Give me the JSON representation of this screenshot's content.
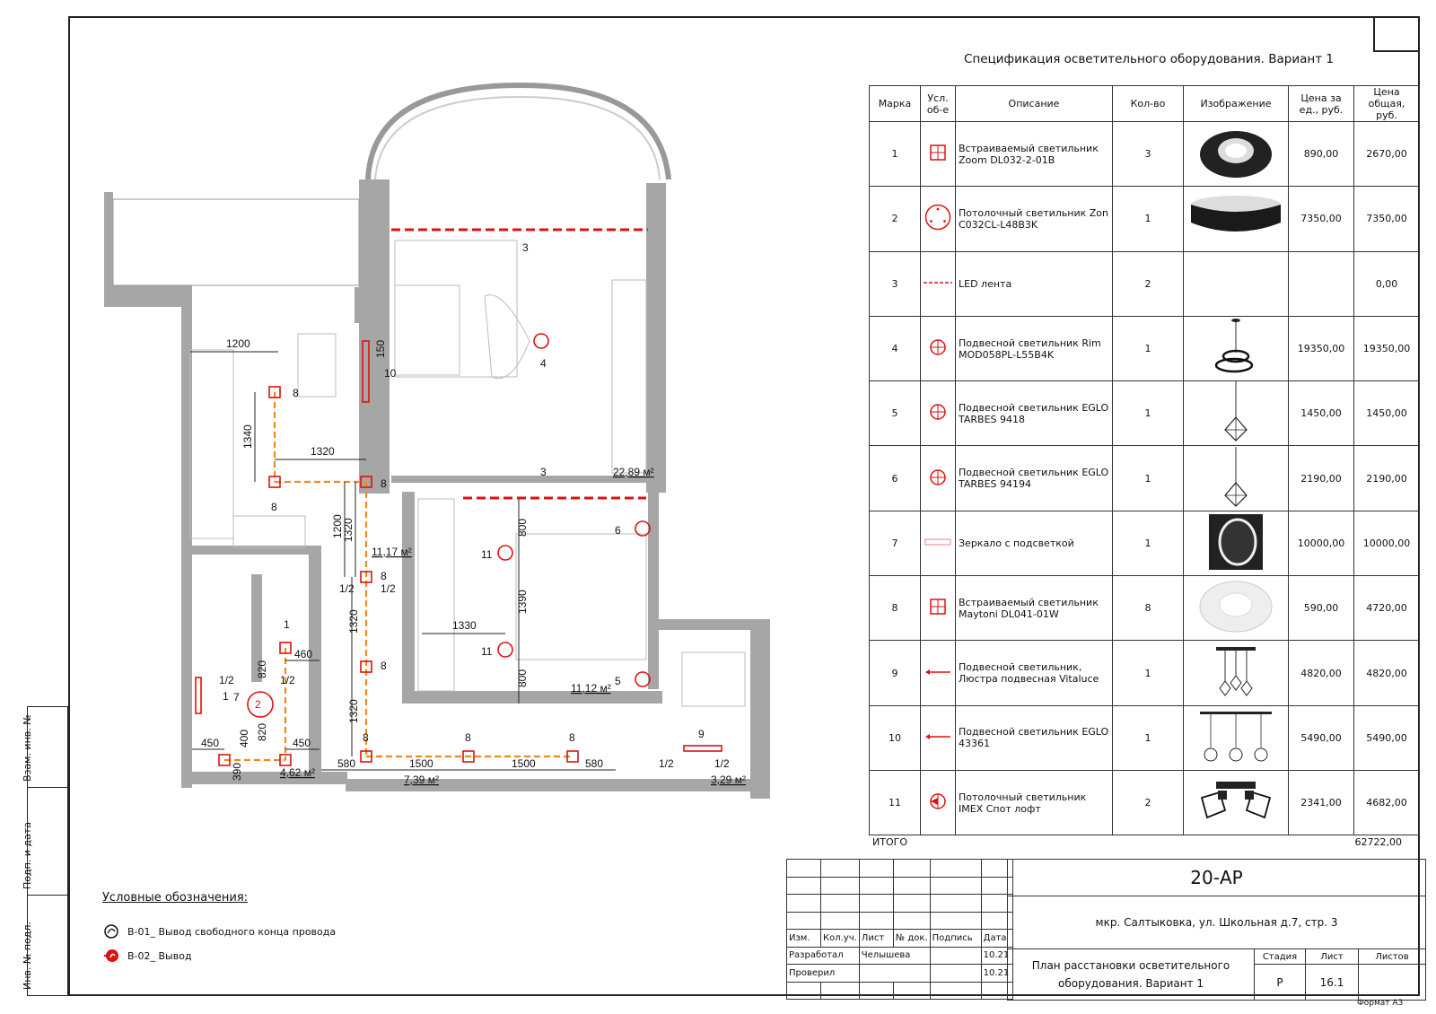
{
  "spec": {
    "title": "Спецификация осветительного оборудования. Вариант 1",
    "headers": [
      "Марка",
      "Усл. об-е",
      "Описание",
      "Кол-во",
      "Изображение",
      "Цена за ед., руб.",
      "Цена общая, руб."
    ],
    "rows": [
      {
        "mark": "1",
        "symbol": "square-lamp-icon",
        "desc": "Встраиваемый светильник Zoom DL032-2-01B",
        "qty": "3",
        "image": "recessed-black-downlight",
        "unit": "890,00",
        "total": "2670,00"
      },
      {
        "mark": "2",
        "symbol": "circle-ceiling-lamp-icon",
        "desc": "Потолочный светильник Zon C032CL-L48B3K",
        "qty": "1",
        "image": "black-drum-ceiling-lamp",
        "unit": "7350,00",
        "total": "7350,00"
      },
      {
        "mark": "3",
        "symbol": "led-strip-icon",
        "desc": "LED лента",
        "qty": "2",
        "image": "",
        "unit": "",
        "total": "0,00"
      },
      {
        "mark": "4",
        "symbol": "pendant-lamp-icon",
        "desc": "Подвесной светильник Rim MOD058PL-L55B4K",
        "qty": "1",
        "image": "ring-pendant-lamp",
        "unit": "19350,00",
        "total": "19350,00"
      },
      {
        "mark": "5",
        "symbol": "pendant-lamp-icon",
        "desc": "Подвесной светильник EGLO TARBES 9418",
        "qty": "1",
        "image": "cage-pendant-lamp",
        "unit": "1450,00",
        "total": "1450,00"
      },
      {
        "mark": "6",
        "symbol": "pendant-lamp-icon",
        "desc": "Подвесной светильник EGLO TARBES 94194",
        "qty": "1",
        "image": "cage-pendant-lamp",
        "unit": "2190,00",
        "total": "2190,00"
      },
      {
        "mark": "7",
        "symbol": "mirror-light-icon",
        "desc": "Зеркало с подсветкой",
        "qty": "1",
        "image": "backlit-round-mirror",
        "unit": "10000,00",
        "total": "10000,00"
      },
      {
        "mark": "8",
        "symbol": "square-lamp-icon",
        "desc": "Встраиваемый светильник Maytoni DL041-01W",
        "qty": "8",
        "image": "recessed-white-downlight",
        "unit": "590,00",
        "total": "4720,00"
      },
      {
        "mark": "9",
        "symbol": "linear-pendant-icon",
        "desc": "Подвесной светильник, Люстра подвесная Vitaluce",
        "qty": "1",
        "image": "three-cage-chandelier",
        "unit": "4820,00",
        "total": "4820,00"
      },
      {
        "mark": "10",
        "symbol": "linear-pendant-icon",
        "desc": "Подвесной светильник EGLO 43361",
        "qty": "1",
        "image": "three-cage-linear-pendant",
        "unit": "5490,00",
        "total": "5490,00"
      },
      {
        "mark": "11",
        "symbol": "spot-lamp-icon",
        "desc": "Потолочный светильник IMEX Спот лофт",
        "qty": "2",
        "image": "loft-spot-twin",
        "unit": "2341,00",
        "total": "4682,00"
      }
    ],
    "total_label": "ИТОГО",
    "total_value": "62722,00"
  },
  "stamp": {
    "code": "20-АР",
    "address": "мкр. Салтыковка, ул. Школьная д.7, стр. 3",
    "sheet_title_1": "План расстановки осветительного",
    "sheet_title_2": "оборудования. Вариант 1",
    "cols": [
      "Изм.",
      "Кол.уч.",
      "Лист",
      "№ док.",
      "Подпись",
      "Дата"
    ],
    "developed_label": "Разработал",
    "developer": "Челышева",
    "developed_date": "10.21",
    "checked_label": "Проверил",
    "checked_date": "10.21",
    "stage_label": "Стадия",
    "stage": "Р",
    "sheet_label": "Лист",
    "sheet": "16.1",
    "sheets_label": "Листов",
    "sheets": "",
    "format": "Формат А3"
  },
  "side": {
    "inv_sub": "Взам. инв. №",
    "sign_date": "Подп. и дата",
    "inv_orig": "Инв. № подл."
  },
  "legend": {
    "title": "Условные обозначения:",
    "items": [
      {
        "icon": "wire-end-icon",
        "label": "В-01_ Вывод свободного конца провода"
      },
      {
        "icon": "outlet-icon",
        "label": "В-02_ Вывод"
      }
    ]
  },
  "plan": {
    "areas": [
      "22,89 м²",
      "11,17 м²",
      "11,12 м²",
      "4,62 м²",
      "7,39 м²",
      "3,29 м²"
    ],
    "dims": [
      "1200",
      "1340",
      "1320",
      "1200",
      "1320",
      "1320",
      "1320",
      "800",
      "1390",
      "800",
      "1330",
      "460",
      "820",
      "820",
      "450",
      "450",
      "400",
      "390",
      "580",
      "1500",
      "1500",
      "580",
      "150",
      "1/2"
    ],
    "marks": [
      "1",
      "2",
      "3",
      "4",
      "5",
      "6",
      "7",
      "8",
      "9",
      "10",
      "11"
    ]
  }
}
